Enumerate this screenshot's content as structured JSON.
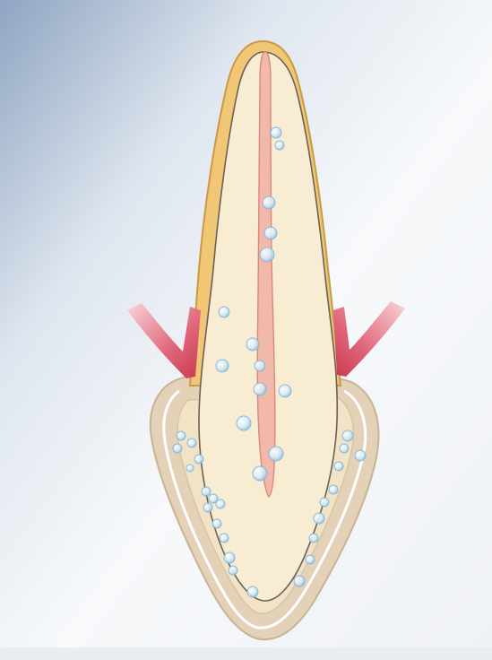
{
  "figure": {
    "subject": "tooth-cross-section",
    "colors": {
      "background_top_left": "#97abc7",
      "background_light": "#f6f8fb",
      "enamel": "#f1c675",
      "enamel_outline": "#d9a64a",
      "dentin": "#f8ecd2",
      "pulp": "#f5c3b6",
      "pulp_outline": "#e3978a",
      "root_socket": "#e4d4bd",
      "root_socket_inner": "#f3e6cc",
      "bone_outline": "#ffffff",
      "gum_arrow_dark": "#d2485c",
      "gum_arrow_light": "#f6c2c9",
      "bubble_fill": "#dceefa",
      "bubble_stroke": "#7fb6d9"
    },
    "arrows": [
      {
        "name": "left-gum-arrow",
        "direction": "pointing-right-down"
      },
      {
        "name": "right-gum-arrow",
        "direction": "pointing-left-down"
      }
    ]
  }
}
